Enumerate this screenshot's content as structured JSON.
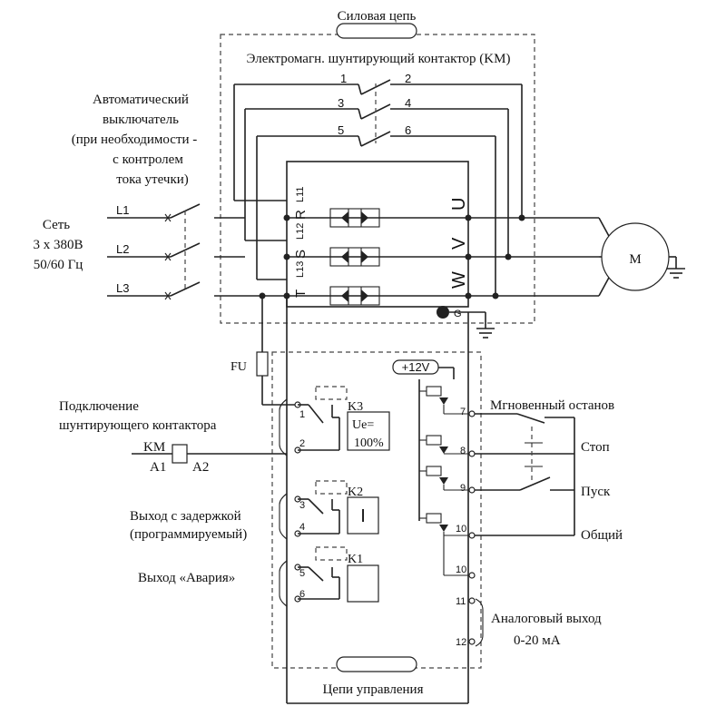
{
  "labels": {
    "power_circuit": "Силовая цепь",
    "bypass_contactor": "Электромагн. шунтирующий контактор (KM)",
    "breaker": [
      "Автоматический",
      "выключатель",
      "(при необходимости -",
      "с контролем",
      "тока утечки)"
    ],
    "mains": [
      "Сеть",
      "3 x 380B",
      "50/60 Гц"
    ],
    "phases": [
      "L1",
      "L2",
      "L3"
    ],
    "contacts": [
      "1",
      "2",
      "3",
      "4",
      "5",
      "6"
    ],
    "input_terminals": [
      {
        "letter": "R",
        "sub": "L11"
      },
      {
        "letter": "S",
        "sub": "L12"
      },
      {
        "letter": "T",
        "sub": "L13"
      }
    ],
    "output_terminals": [
      "U",
      "V",
      "W"
    ],
    "ground": "G",
    "motor": "M",
    "fuse": "FU",
    "bypass_connection": [
      "Подключение",
      "шунтирующего контактора"
    ],
    "km_coil": {
      "name": "KM",
      "a1": "A1",
      "a2": "A2"
    },
    "relays": [
      {
        "name": "K3",
        "t1": "1",
        "t2": "2",
        "note": [
          "Ue=",
          "100%"
        ]
      },
      {
        "name": "K2",
        "t1": "3",
        "t2": "4",
        "symbol": "I"
      },
      {
        "name": "K1",
        "t1": "5",
        "t2": "6"
      }
    ],
    "delay_output": [
      "Выход с задержкой",
      "(программируемый)"
    ],
    "fault_output": "Выход «Авария»",
    "supply": "+12V",
    "inputs": [
      {
        "terminal": "7",
        "label": "Мгновенный останов"
      },
      {
        "terminal": "8",
        "label": "Стоп"
      },
      {
        "terminal": "9",
        "label": "Пуск"
      },
      {
        "terminal": "10",
        "label": "Общий"
      }
    ],
    "extra_terminal": "10",
    "analog_terminals": [
      "11",
      "12"
    ],
    "analog_output": [
      "Аналоговый выход",
      "0-20 мА"
    ],
    "control_circuits": "Цепи управления"
  }
}
